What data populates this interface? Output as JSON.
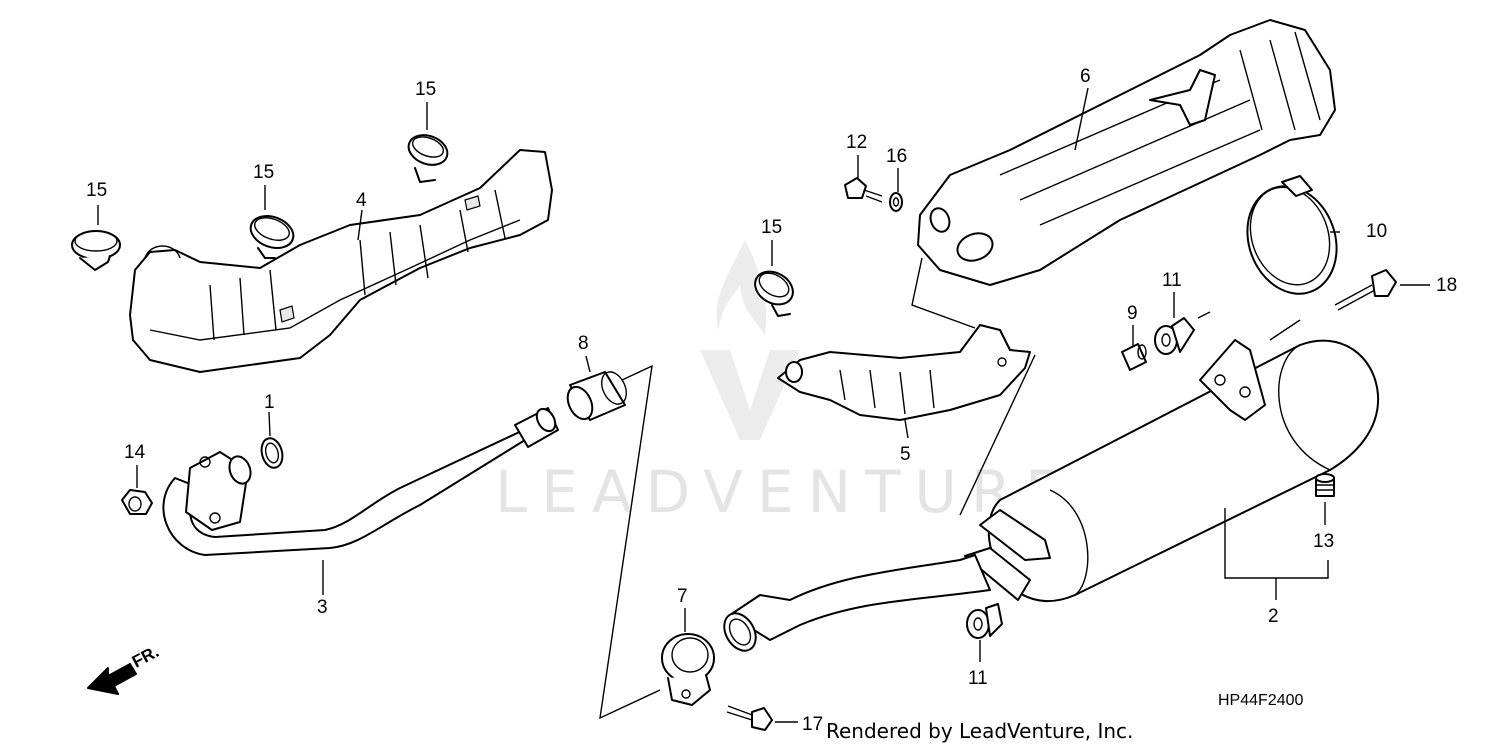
{
  "diagram": {
    "callouts": {
      "c1": "1",
      "c2": "2",
      "c3": "3",
      "c4": "4",
      "c5": "5",
      "c6": "6",
      "c7": "7",
      "c8": "8",
      "c9": "9",
      "c10": "10",
      "c11a": "11",
      "c11b": "11",
      "c12": "12",
      "c13": "13",
      "c14": "14",
      "c15a": "15",
      "c15b": "15",
      "c15c": "15",
      "c15d": "15",
      "c16": "16",
      "c17": "17",
      "c18": "18"
    },
    "direction_label": "FR.",
    "diagram_code": "HP44F2400",
    "footer_text": "Rendered by LeadVenture, Inc.",
    "watermark_text": "LEADVENTURE"
  }
}
